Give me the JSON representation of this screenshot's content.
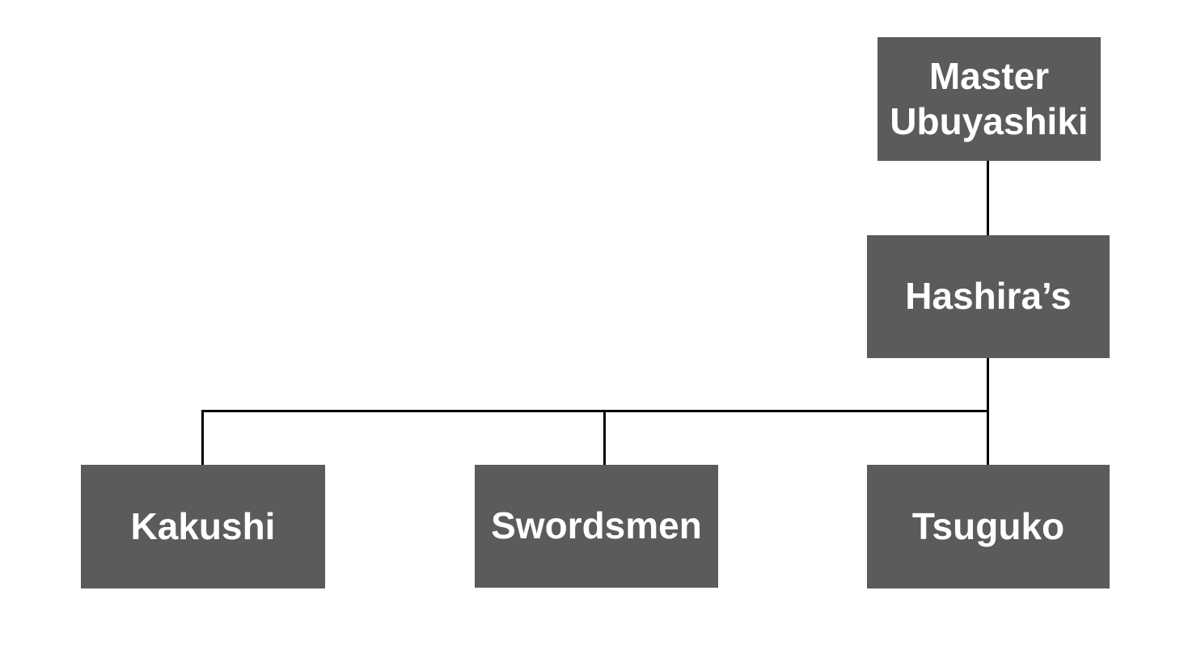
{
  "colors": {
    "background": "#ffffff",
    "box_fill": "#5b5b5b",
    "box_text": "#ffffff",
    "connector": "#000000"
  },
  "nodes": {
    "master": {
      "label": "Master Ubuyashiki"
    },
    "hashiras": {
      "label": "Hashira’s"
    },
    "kakushi": {
      "label": "Kakushi"
    },
    "swordsmen": {
      "label": "Swordsmen"
    },
    "tsuguko": {
      "label": "Tsuguko"
    }
  },
  "edges": [
    {
      "from": "master",
      "to": "hashiras"
    },
    {
      "from": "hashiras",
      "to": "kakushi"
    },
    {
      "from": "hashiras",
      "to": "swordsmen"
    },
    {
      "from": "hashiras",
      "to": "tsuguko"
    }
  ]
}
